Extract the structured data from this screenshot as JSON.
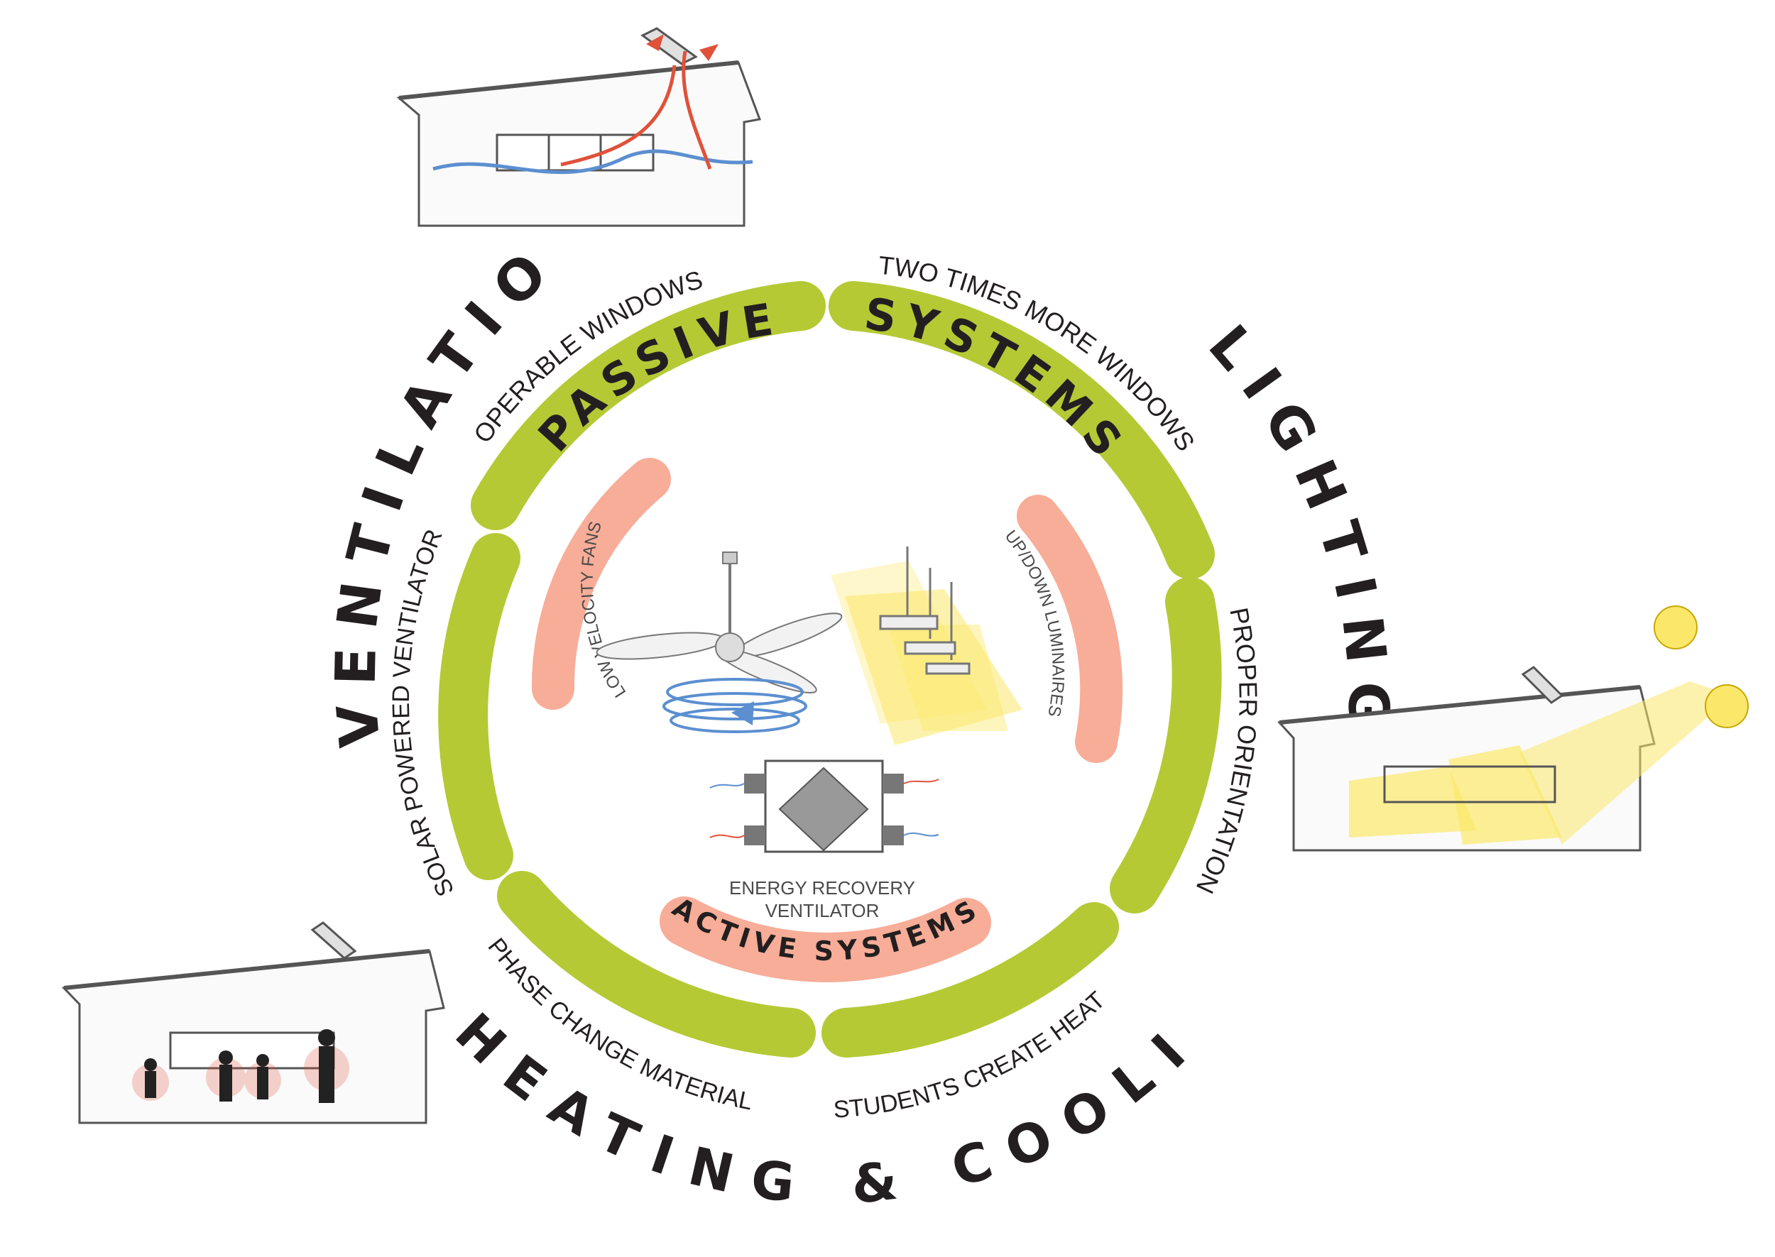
{
  "categories": {
    "ventilation": "VENTILATION",
    "lighting": "LIGHTING",
    "heating_cooling": "HEATING & COOLING"
  },
  "bands": {
    "passive_left": "PASSIVE",
    "passive_right": "SYSTEMS",
    "active": "ACTIVE SYSTEMS"
  },
  "passive_features": {
    "operable_windows": "OPERABLE WINDOWS",
    "two_times_windows": "TWO TIMES MORE WINDOWS",
    "proper_orientation": "PROPER ORIENTATION",
    "students_heat": "STUDENTS CREATE HEAT",
    "phase_change": "PHASE CHANGE MATERIAL",
    "solar_ventilator": "SOLAR POWERED VENTILATOR"
  },
  "active_features": {
    "low_velocity_fans": "LOW VELOCITY FANS",
    "luminaires": "UP/DOWN LUMINAIRES",
    "erv_line1": "ENERGY RECOVERY",
    "erv_line2": "VENTILATOR"
  },
  "colors": {
    "passive_green": "#b5c935",
    "active_salmon": "#f7ad98",
    "warm_red": "#e0513a",
    "cool_blue": "#5b8fd0",
    "light_yellow": "#fbe86a"
  }
}
